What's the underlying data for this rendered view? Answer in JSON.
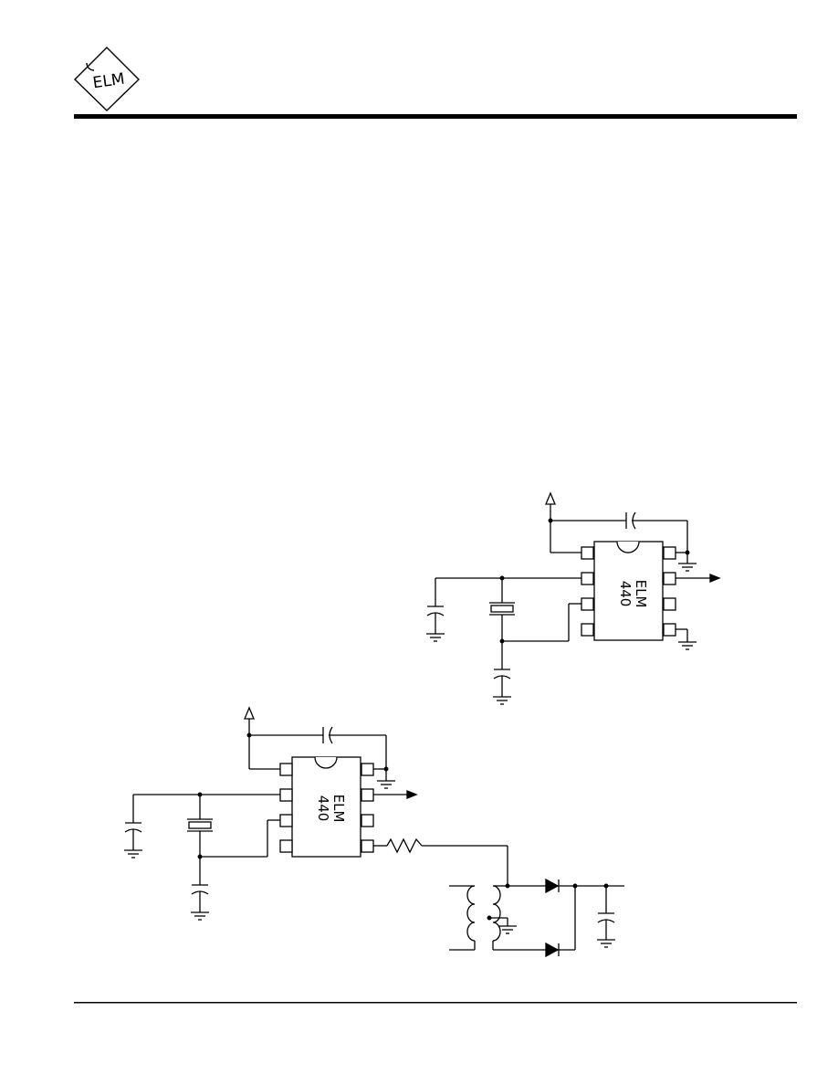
{
  "header": {
    "logo_text": "ELM",
    "colors": {
      "rule": "#000000",
      "ink": "#000000",
      "paper": "#ffffff"
    }
  },
  "circuit_a": {
    "ic_name": "ELM",
    "ic_part": "440",
    "icons": [
      "supply-arrow-icon",
      "capacitor-icon",
      "crystal-icon",
      "ground-icon",
      "output-arrow-icon"
    ]
  },
  "circuit_b": {
    "ic_name": "ELM",
    "ic_part": "440",
    "icons": [
      "supply-arrow-icon",
      "capacitor-icon",
      "crystal-icon",
      "ground-icon",
      "output-arrow-icon",
      "resistor-icon",
      "transformer-icon",
      "diode-icon"
    ]
  }
}
